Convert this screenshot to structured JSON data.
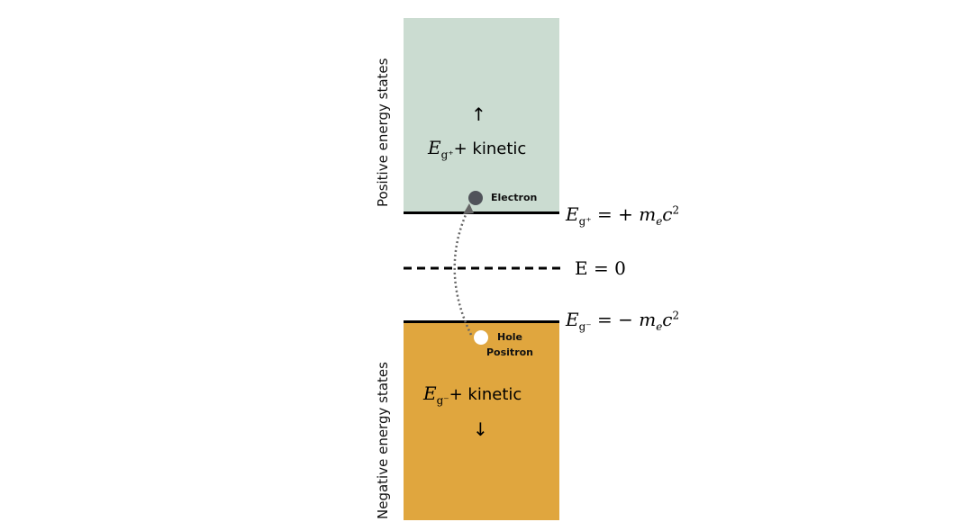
{
  "labels": {
    "positive_states": "Positive energy states",
    "negative_states": "Negative energy states",
    "electron": "Electron",
    "hole": "Hole",
    "positron": "Positron",
    "kinetic": "+ kinetic",
    "up_arrow": "↑",
    "down_arrow": "↓"
  },
  "equations": {
    "eg_plus_sub": "g⁺",
    "eg_plus_rhs": "= + ",
    "eg_minus_sub": "g⁻",
    "eg_minus_rhs": "= − ",
    "e_zero": "E = 0",
    "E": "E",
    "m": "m",
    "e": "e",
    "c": "c",
    "two": "2"
  },
  "colors": {
    "positive": "#cbdcd1",
    "negative": "#e0a63e"
  }
}
